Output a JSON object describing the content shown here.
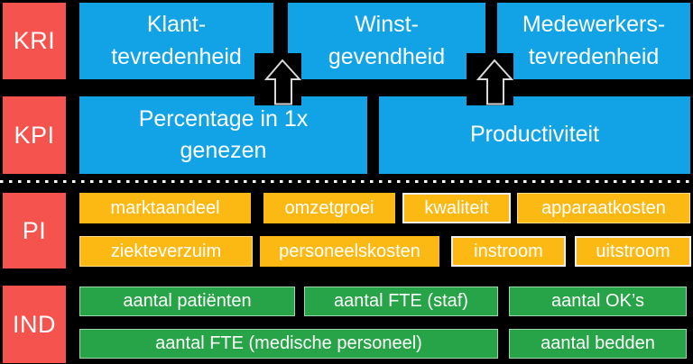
{
  "colors": {
    "background": "#000000",
    "red": "#F4534E",
    "blue": "#12A3E7",
    "amber": "#FCB813",
    "green": "#27A447",
    "text": "#FFFFFF",
    "arrow-outline": "#D9D9D9",
    "separator": "#FFFFFF"
  },
  "row_labels": {
    "kri": "KRI",
    "kpi": "KPI",
    "pi": "PI",
    "ind": "IND"
  },
  "kri_boxes": {
    "klanttevredenheid": "Klant-\ntevredenheid",
    "winstgevendheid": "Winst-\ngevendheid",
    "medewerkerstevredenheid": "Medewerkers-\ntevredenheid"
  },
  "kpi_boxes": {
    "percentage_in_1x_genezen": "Percentage in 1x\ngenezen",
    "productiviteit": "Productiviteit"
  },
  "pi_boxes": {
    "marktaandeel": "marktaandeel",
    "omzetgroei": "omzetgroei",
    "kwaliteit": "kwaliteit",
    "apparaatkosten": "apparaatkosten",
    "ziekteverzuim": "ziekteverzuim",
    "personeelskosten": "personeelskosten",
    "instroom": "instroom",
    "uitstroom": "uitstroom"
  },
  "ind_boxes": {
    "aantal_patienten": "aantal patiënten",
    "aantal_fte_staf": "aantal FTE (staf)",
    "aantal_oks": "aantal OK’s",
    "aantal_fte_medisch": "aantal FTE (medische personeel)",
    "aantal_bedden": "aantal bedden"
  }
}
